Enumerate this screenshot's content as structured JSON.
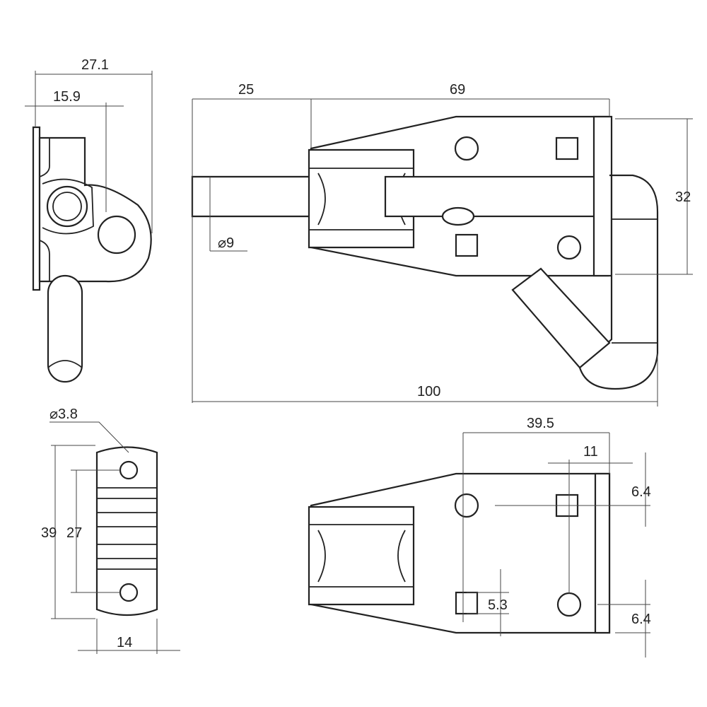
{
  "dimensions": {
    "side_width_total": "27.1",
    "side_width_partial": "15.9",
    "bolt_protrusion": "25",
    "body_length": "69",
    "body_height": "32",
    "bolt_diameter": "⌀9",
    "overall_length": "100",
    "keeper_hole_diameter": "⌀3.8",
    "keeper_height": "39",
    "keeper_hole_spacing": "27",
    "keeper_width": "14",
    "hole_spacing_long": "39.5",
    "hole_spacing_short": "11",
    "hole_offset_top": "6.4",
    "square_hole_size": "5.3",
    "hole_offset_bottom": "6.4"
  }
}
